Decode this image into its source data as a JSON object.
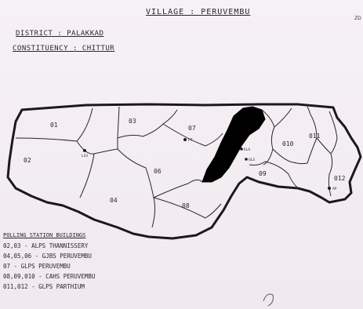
{
  "map": {
    "title": "VILLAGE : PERUVEMBU",
    "district": "DISTRICT : PALAKKAD",
    "constituency": "CONSTITUENCY : CHITTUR",
    "side_note": "ZD",
    "wards": [
      {
        "id": "w01",
        "label": "01"
      },
      {
        "id": "w02",
        "label": "02"
      },
      {
        "id": "w03",
        "label": "03"
      },
      {
        "id": "w04",
        "label": "04"
      },
      {
        "id": "w06",
        "label": "06"
      },
      {
        "id": "w07",
        "label": "07"
      },
      {
        "id": "w08",
        "label": "08"
      },
      {
        "id": "w09",
        "label": "09"
      },
      {
        "id": "w010",
        "label": "010"
      },
      {
        "id": "w011",
        "label": "011"
      },
      {
        "id": "w012",
        "label": "012"
      }
    ],
    "marker_labels": {
      "m1": "LS3",
      "m2": "PT",
      "m3": "ELA",
      "m4": "GLS",
      "m5": "AP"
    },
    "legend": {
      "heading": "POLLING STATION BUILDINGS",
      "rows": [
        "02,03 - ALPS THANNISSERY",
        "04,05,06 - GJBS PERUVEMBU",
        "07 - GLPS PERUVEMBU",
        "08,09,010 - CAHS PERUVEMBU",
        "011,012 - GLPS PARTHIUM"
      ]
    },
    "colors": {
      "ink": "#2a2630",
      "water": "#000000",
      "paper": "#f3eef1"
    }
  }
}
